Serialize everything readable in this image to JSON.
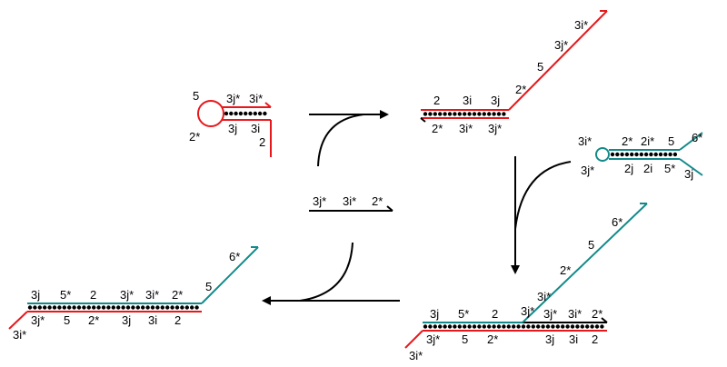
{
  "colors": {
    "red": "#e8171b",
    "teal": "#138a8a",
    "black": "#000000"
  },
  "hairpin_h1": {
    "loop_label": "5",
    "loop_label_b": "2*",
    "top": [
      "3j*",
      "3i*"
    ],
    "bottom": [
      "3j",
      "3i"
    ],
    "tail": "2"
  },
  "opened_h1": {
    "top": [
      "2",
      "3i",
      "3j"
    ],
    "bottom": [
      "2*",
      "3i*",
      "3j*"
    ],
    "arm": [
      "2*",
      "5",
      "3j*",
      "3i*"
    ]
  },
  "initiator": [
    "3j*",
    "3i*",
    "2*"
  ],
  "hairpin_h2": {
    "loop": [
      "3i*",
      "3j*"
    ],
    "top": [
      "2*",
      "2i*",
      "5"
    ],
    "bottom": [
      "2j",
      "2i",
      "5*"
    ],
    "tail_top": "6*",
    "tail_bottom": "3j"
  },
  "complex_br": {
    "arm": [
      "3i*",
      "2*",
      "5",
      "6*"
    ],
    "top": [
      "3j",
      "5*",
      "2",
      "3j*",
      "3j*",
      "3i*",
      "2*"
    ],
    "bottom": [
      "3j*",
      "5",
      "2*",
      "3j",
      "3i",
      "2"
    ],
    "tail": "3i*"
  },
  "complex_bl": {
    "top": [
      "3j",
      "5*",
      "2",
      "3j*",
      "3i*",
      "2*",
      "5"
    ],
    "bottom": [
      "3j*",
      "5",
      "2*",
      "3j",
      "3i",
      "2"
    ],
    "tail": "3i*",
    "arm": "6*"
  }
}
